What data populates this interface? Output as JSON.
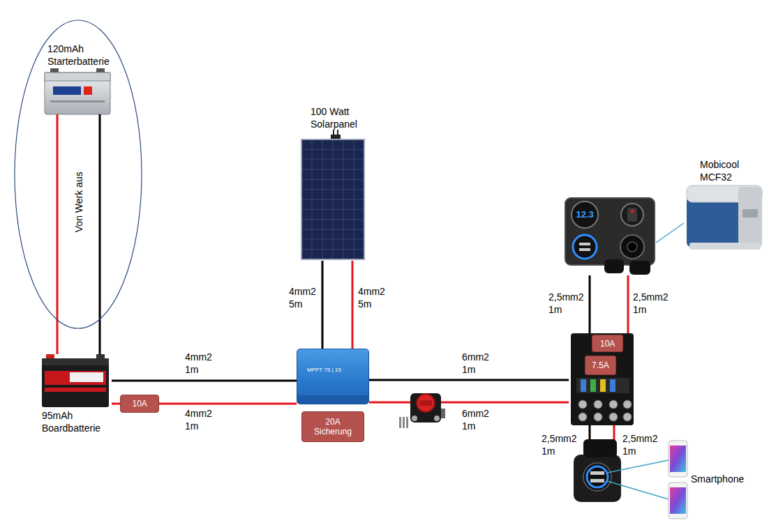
{
  "diagram": {
    "nodes": [
      {
        "text": [
          "Von Werk aus"
        ]
      },
      {
        "text": [
          "120mAh Starterbatterie"
        ],
        "in": 0
      },
      {
        "text": [
          "95mAh Boardbatterie"
        ]
      },
      {
        "text": [
          "10A"
        ]
      },
      {
        "text": [
          "100 Watt Solarpanel"
        ]
      },
      {
        "text": [
          "MPPT 75 | 15"
        ]
      },
      {
        "text": [
          "20A Sicherung"
        ]
      },
      {
        "text": [
          "10A",
          "7.5A"
        ]
      },
      {
        "text": [
          "12.3"
        ]
      },
      {
        "text": [
          "Mobicool MCF32"
        ]
      }
    ],
    "edges": [
      {
        "from": 1,
        "to": 2,
        "arrow": "none"
      },
      {
        "from": 1,
        "to": 2,
        "arrow": "none"
      },
      {
        "from": 2,
        "to": 3,
        "arrow": "none"
      },
      {
        "from": 3,
        "to": 5,
        "label": "4mm2 1m",
        "arrow": "none"
      },
      {
        "from": 2,
        "to": 5,
        "label": "4mm2 1m",
        "arrow": "none"
      },
      {
        "from": 4,
        "to": 5,
        "label": "4mm2 5m",
        "arrow": "none"
      },
      {
        "from": 4,
        "to": 5,
        "label": "4mm2 5m",
        "arrow": "none"
      },
      {
        "from": 5,
        "to": 7,
        "label": "6mm2 1m",
        "arrow": "none"
      },
      {
        "from": 5,
        "to": 7,
        "label": "6mm2 1m",
        "arrow": "none"
      },
      {
        "from": 7,
        "to": 8,
        "label": "2,5mm2 1m",
        "arrow": "none"
      },
      {
        "from": 7,
        "to": 8,
        "label": "2,5mm2 1m",
        "arrow": "none"
      },
      {
        "from": 8,
        "to": 9,
        "arrow": "none"
      }
    ],
    "labels": [
      "2,5mm2 1m",
      "2,5mm2 1m",
      "Smartphone"
    ]
  }
}
